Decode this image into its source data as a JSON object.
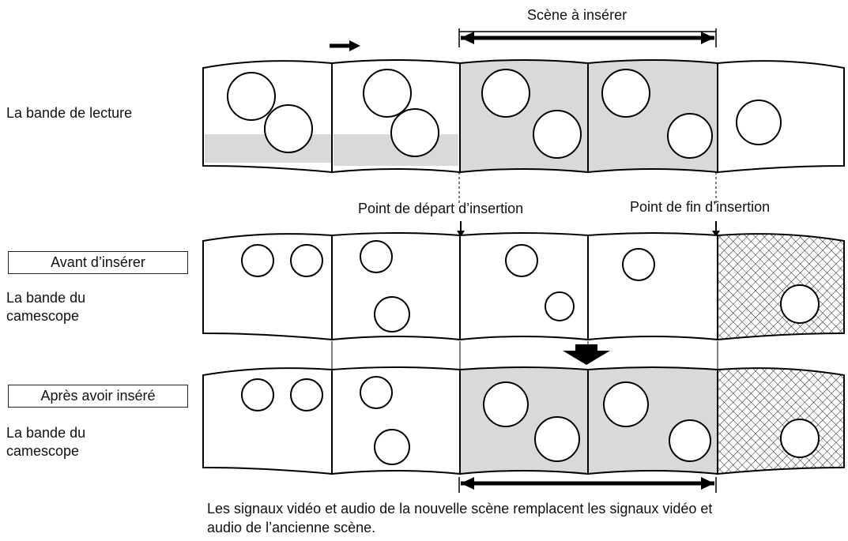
{
  "title": "Scène à insérer",
  "rows": {
    "playback": {
      "label": "La bande de lecture"
    },
    "before": {
      "tag": "Avant d’insérer",
      "label_line1": "La bande du",
      "label_line2": "camescope"
    },
    "after": {
      "tag": "Après avoir inséré",
      "label_line1": "La bande du",
      "label_line2": "camescope"
    }
  },
  "points": {
    "start": "Point de départ d’insertion",
    "end": "Point de fin d’insertion"
  },
  "caption": {
    "line1": "Les signaux vidéo et audio de la nouvelle scène remplacent les signaux vidéo et",
    "line2": "audio de l’ancienne scène."
  },
  "colors": {
    "frame_shaded": "#d9d9d9",
    "frame_plain": "#ffffff",
    "line": "#000000"
  }
}
